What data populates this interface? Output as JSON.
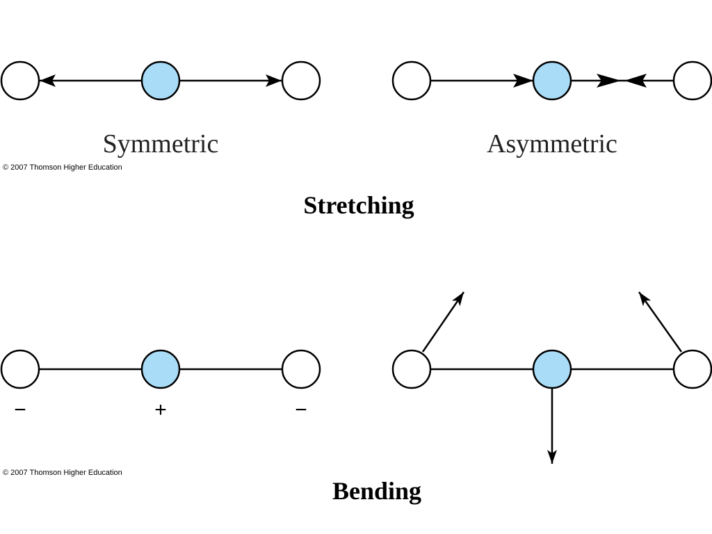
{
  "stretching": {
    "symmetric_label": "Symmetric",
    "asymmetric_label": "Asymmetric",
    "copyright": "© 2007 Thomson Higher Education",
    "title": "Stretching"
  },
  "bending": {
    "signs": {
      "left": "−",
      "center": "+",
      "right": "−"
    },
    "copyright": "© 2007 Thomson Higher Education",
    "title": "Bending"
  },
  "colors": {
    "center_atom": "#a9dcf7",
    "outer_atom": "#ffffff",
    "stroke": "#000000"
  }
}
